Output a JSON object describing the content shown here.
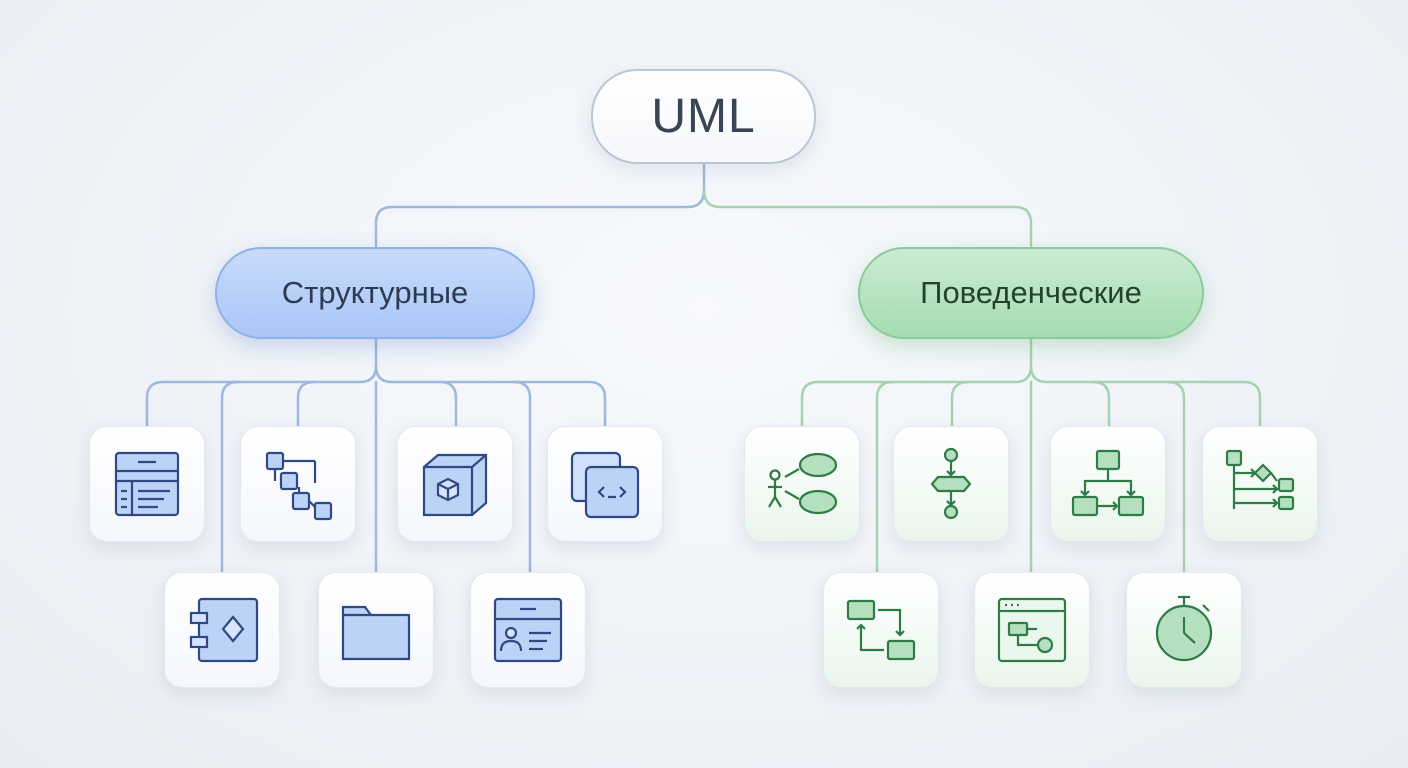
{
  "root": {
    "label": "UML"
  },
  "categories": {
    "structural": {
      "label": "Структурные",
      "color": "#a9c6f6"
    },
    "behavioral": {
      "label": "Поведенческие",
      "color": "#a6dcb3"
    }
  },
  "structural_icons": [
    "class-diagram-icon",
    "object-diagram-icon",
    "deployment-cube-icon",
    "composite-structure-icon",
    "component-diagram-icon",
    "package-folder-icon",
    "profile-card-icon"
  ],
  "behavioral_icons": [
    "use-case-icon",
    "activity-diagram-icon",
    "state-machine-icon",
    "sequence-diagram-icon",
    "communication-diagram-icon",
    "interaction-overview-icon",
    "timing-stopwatch-icon"
  ],
  "colors": {
    "blue_line": "#9db8dc",
    "green_line": "#a5d2b0",
    "blue_stroke": "#2f4a80",
    "green_stroke": "#2f7b45"
  }
}
